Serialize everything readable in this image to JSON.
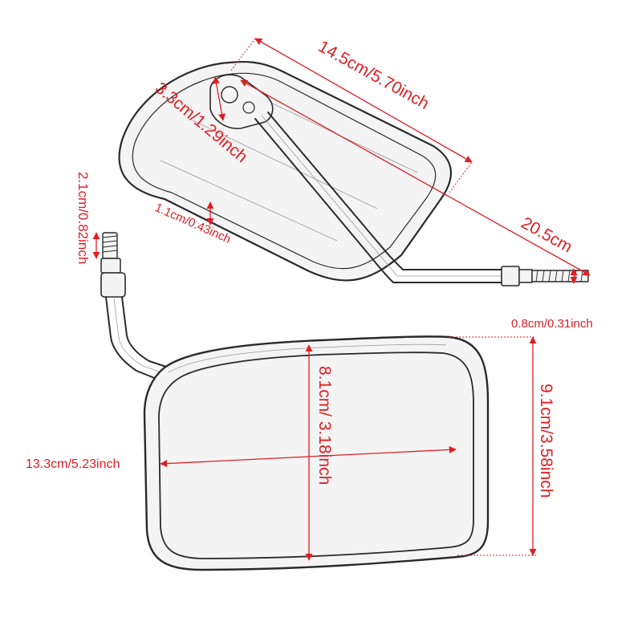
{
  "product": "motorcycle mirror pair",
  "colors": {
    "dimension": "#e01e24",
    "outline": "#2a2a2a",
    "background": "#ffffff"
  },
  "dimensions": {
    "back_width": "14.5cm/5.70inch",
    "back_depth": "3.3cm/1.29inch",
    "back_edge": "1.1cm/0.43inch",
    "total_length": "20.5cm",
    "bolt_diameter": "0.8cm/0.31inch",
    "bolt_length": "2.1cm/0.82inch",
    "glass_height": "8.1cm/ 3.18inch",
    "frame_height": "9.1cm/3.58inch",
    "glass_width": "13.3cm/5.23inch"
  }
}
